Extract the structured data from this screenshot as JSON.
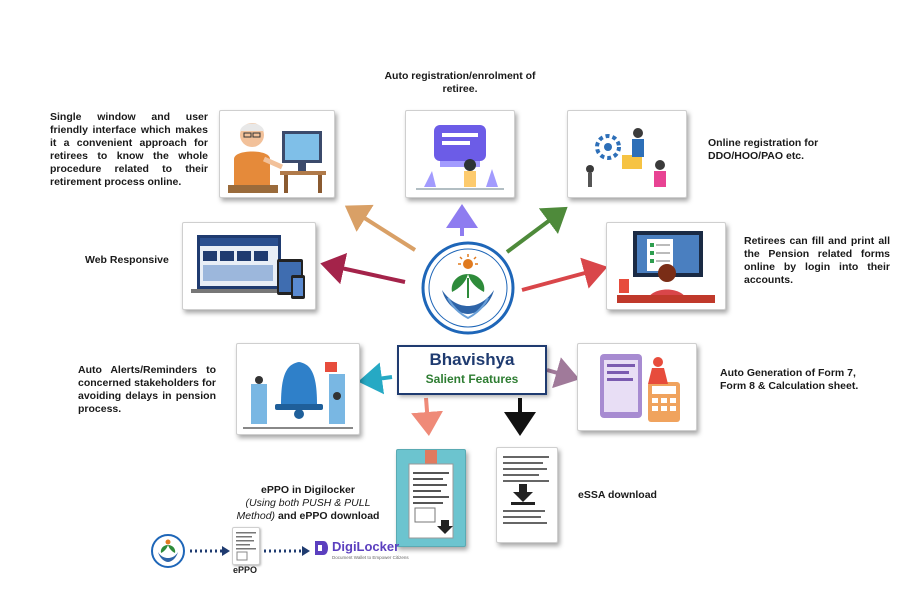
{
  "center": {
    "title": "Bhavishya",
    "subtitle": "Salient Features"
  },
  "features": {
    "single_window": "Single window and user friendly interface which makes it a convenient approach for retirees to know the whole procedure related to their retirement process online.",
    "auto_registration": "Auto registration/enrolment of retiree.",
    "online_registration": "Online registration for DDO/HOO/PAO etc.",
    "web_responsive": "Web Responsive",
    "fill_print": "Retirees can fill and print all the Pension related forms online by login into their accounts.",
    "auto_alerts": "Auto Alerts/Reminders to concerned stakeholders for avoiding delays in pension process.",
    "auto_generation": "Auto Generation of Form 7, Form 8 & Calculation sheet.",
    "essa": "eSSA download"
  },
  "eppo": {
    "line1": "ePPO in Digilocker",
    "line2": "(Using both PUSH & PULL",
    "line3_italic": "Method)",
    "line3_rest": " and ePPO download",
    "doc_label": "ePPO",
    "digilocker_name": "DigiLocker",
    "digilocker_tagline": "Document Wallet to Empower Citizens"
  },
  "colors": {
    "arrow_tan": "#d9a066",
    "arrow_purple": "#8e7cf0",
    "arrow_green": "#4e8a3a",
    "arrow_maroon": "#a4234a",
    "arrow_red": "#d9464a",
    "arrow_teal": "#26a9c4",
    "arrow_mauve": "#a07a9a",
    "arrow_salmon": "#ef8a78",
    "arrow_black": "#111111",
    "title_blue": "#1f3b70",
    "subtitle_green": "#2e7d32"
  }
}
